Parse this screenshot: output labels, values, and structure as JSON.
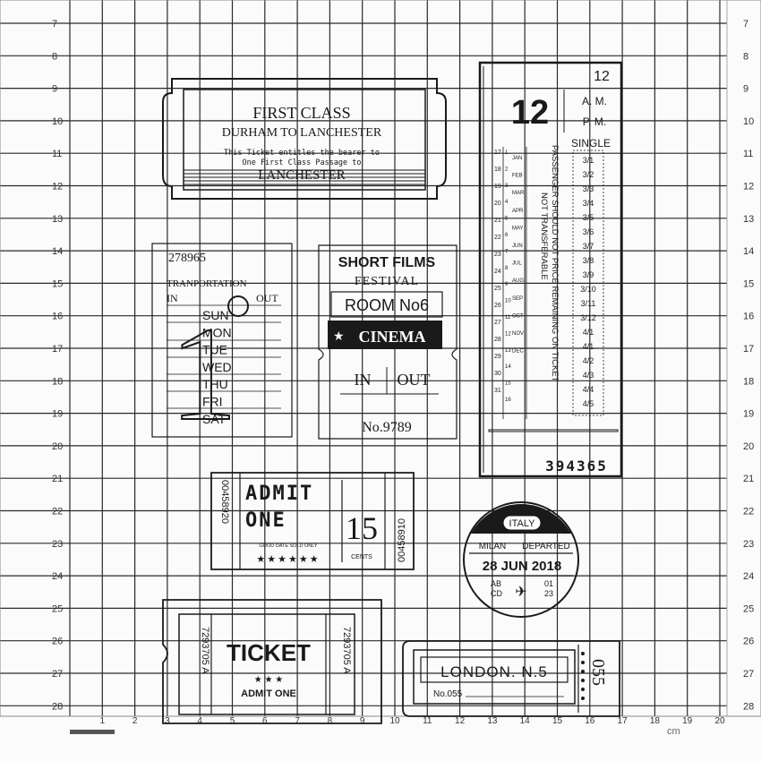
{
  "grid": {
    "left_labels": [
      "7",
      "8",
      "9",
      "10",
      "11",
      "12",
      "13",
      "14",
      "15",
      "16",
      "17",
      "18",
      "19",
      "20",
      "21",
      "22",
      "23",
      "24",
      "25",
      "26",
      "27",
      "28"
    ],
    "right_labels": [
      "7",
      "8",
      "9",
      "10",
      "11",
      "12",
      "13",
      "14",
      "15",
      "16",
      "17",
      "18",
      "19",
      "20",
      "21",
      "22",
      "23",
      "24",
      "25",
      "26",
      "27",
      "28"
    ],
    "bottom_labels": [
      "1",
      "2",
      "3",
      "4",
      "5",
      "6",
      "7",
      "8",
      "9",
      "10",
      "11",
      "12",
      "13",
      "14",
      "15",
      "16",
      "17",
      "18",
      "19",
      "20"
    ],
    "unit_label": "cm"
  },
  "stamps": {
    "first_class": {
      "title": "FIRST CLASS",
      "route": "DURHAM TO LANCHESTER",
      "line1": "This Ticket entitles the bearer to",
      "line2": "One First Class Passage to",
      "destination": "LANCHESTER"
    },
    "transport": {
      "number": "278965",
      "heading": "TRANPORTATION",
      "in_label": "IN",
      "out_label": "OUT",
      "big_digit": "1",
      "days": [
        "SUN",
        "MON",
        "TUE",
        "WED",
        "THU",
        "FRI",
        "SAT"
      ]
    },
    "short_films": {
      "title": "SHORT FILMS",
      "subtitle": "FESTIVAL",
      "room": "ROOM No6",
      "cinema": "CINEMA",
      "in_label": "IN",
      "out_label": "OUT",
      "number": "No.9789"
    },
    "calendar": {
      "top_number": "12",
      "big_number": "12",
      "am": "A. M.",
      "pm": "P. M.",
      "single": "SINGLE",
      "months": [
        "JAN",
        "FEB",
        "MAR",
        "APR",
        "MAY",
        "JUN",
        "JUL",
        "AUG",
        "SEP",
        "OCT",
        "NOV",
        "DEC"
      ],
      "left_nums": [
        "17",
        "18",
        "19",
        "20",
        "21",
        "22",
        "23",
        "24",
        "25",
        "26",
        "27",
        "28",
        "29",
        "30",
        "31"
      ],
      "right_nums": [
        "1",
        "2",
        "3",
        "4",
        "5",
        "6",
        "7",
        "8",
        "9",
        "10",
        "11",
        "12",
        "13",
        "14",
        "15",
        "16"
      ],
      "fractions": [
        "3/1",
        "3/2",
        "3/3",
        "3/4",
        "3/5",
        "3/6",
        "3/7",
        "3/8",
        "3/9",
        "3/10",
        "3/11",
        "3/12",
        "4/1",
        "4/1",
        "4/2",
        "4/3",
        "4/4",
        "4/5"
      ],
      "vertical_text_1": "PASSENGER SHOULD NOT PRICE REMAINING ON TICKET",
      "vertical_text_2": "NOT TRANSFERABLE",
      "serial": "394365"
    },
    "admit_one": {
      "line1": "ADMIT",
      "line2": "ONE",
      "number": "15",
      "cents": "CENTS",
      "small_print": "GOOD DATE SOLD ONLY",
      "left_serial": "00458920",
      "right_serial": "00458910"
    },
    "italy": {
      "country": "ITALY",
      "city": "MILAN",
      "status": "DEPARTED",
      "date": "28 JUN 2018",
      "ab": "AB",
      "cd": "CD",
      "n01": "01",
      "n23": "23"
    },
    "ticket": {
      "title": "TICKET",
      "admit": "ADMIT ONE",
      "serial_left": "7293705 A",
      "serial_right": "7293705 A"
    },
    "london": {
      "title": "LONDON. N.5",
      "number": "No.055",
      "stub": "055"
    }
  }
}
